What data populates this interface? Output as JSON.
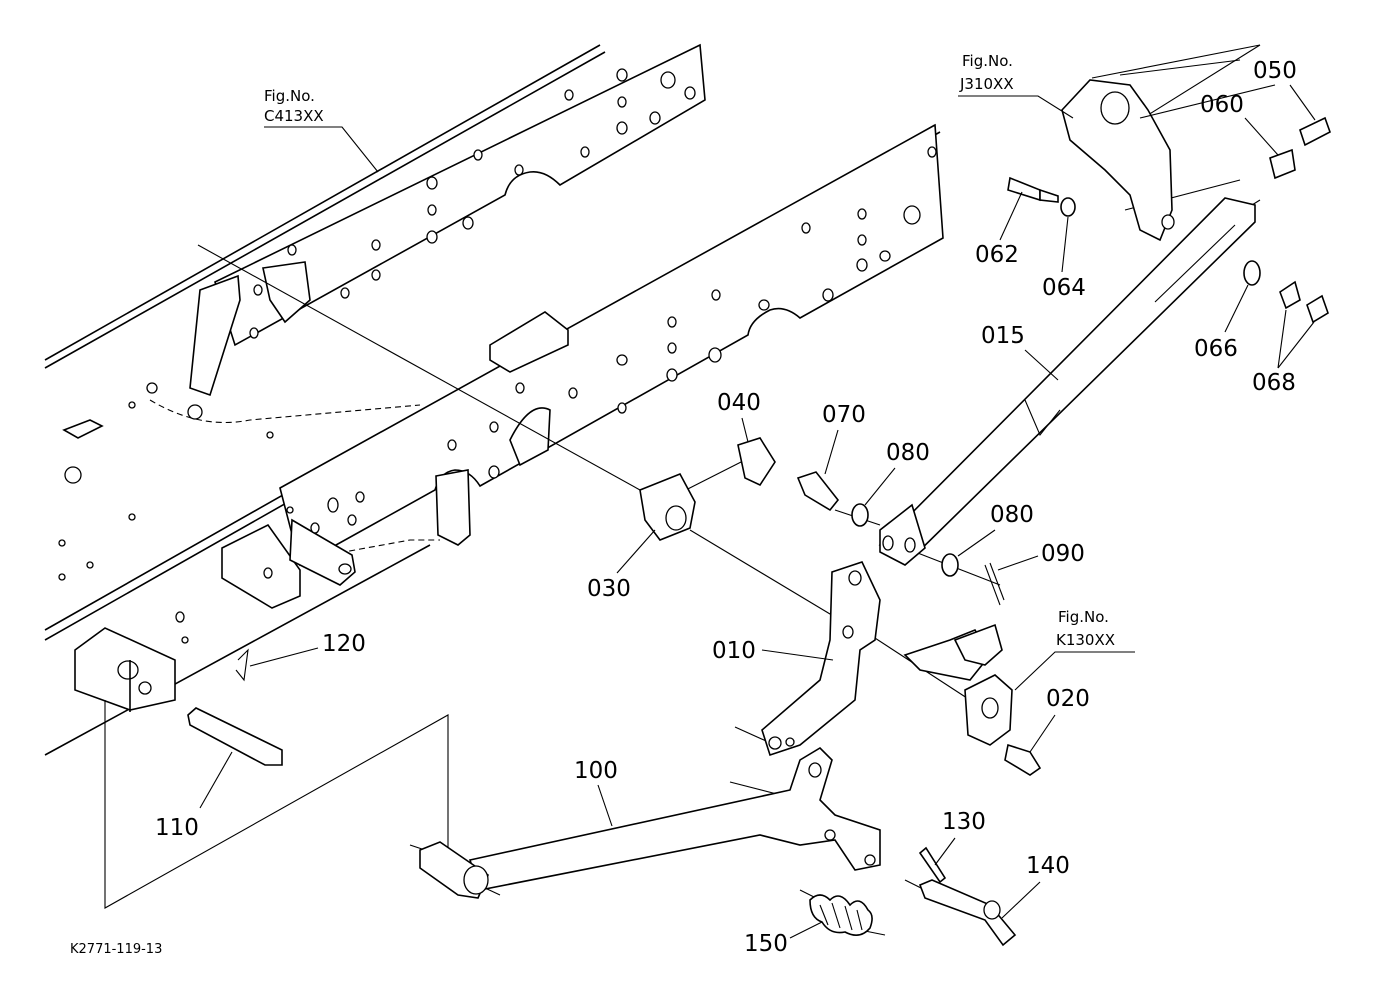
{
  "drawing_code": "K2771-119-13",
  "figure_refs": [
    {
      "id": "c413",
      "line1": "Fig.No.",
      "line2": "C413XX"
    },
    {
      "id": "j310",
      "line1": "Fig.No.",
      "line2": "J310XX"
    },
    {
      "id": "k130",
      "line1": "Fig.No.",
      "line2": "K130XX"
    }
  ],
  "parts": [
    {
      "number": "010"
    },
    {
      "number": "015"
    },
    {
      "number": "020"
    },
    {
      "number": "030"
    },
    {
      "number": "040"
    },
    {
      "number": "050"
    },
    {
      "number": "060"
    },
    {
      "number": "062"
    },
    {
      "number": "064"
    },
    {
      "number": "066"
    },
    {
      "number": "068"
    },
    {
      "number": "070"
    },
    {
      "number": "080"
    },
    {
      "number": "080"
    },
    {
      "number": "090"
    },
    {
      "number": "100"
    },
    {
      "number": "110"
    },
    {
      "number": "120"
    },
    {
      "number": "130"
    },
    {
      "number": "140"
    },
    {
      "number": "150"
    }
  ]
}
